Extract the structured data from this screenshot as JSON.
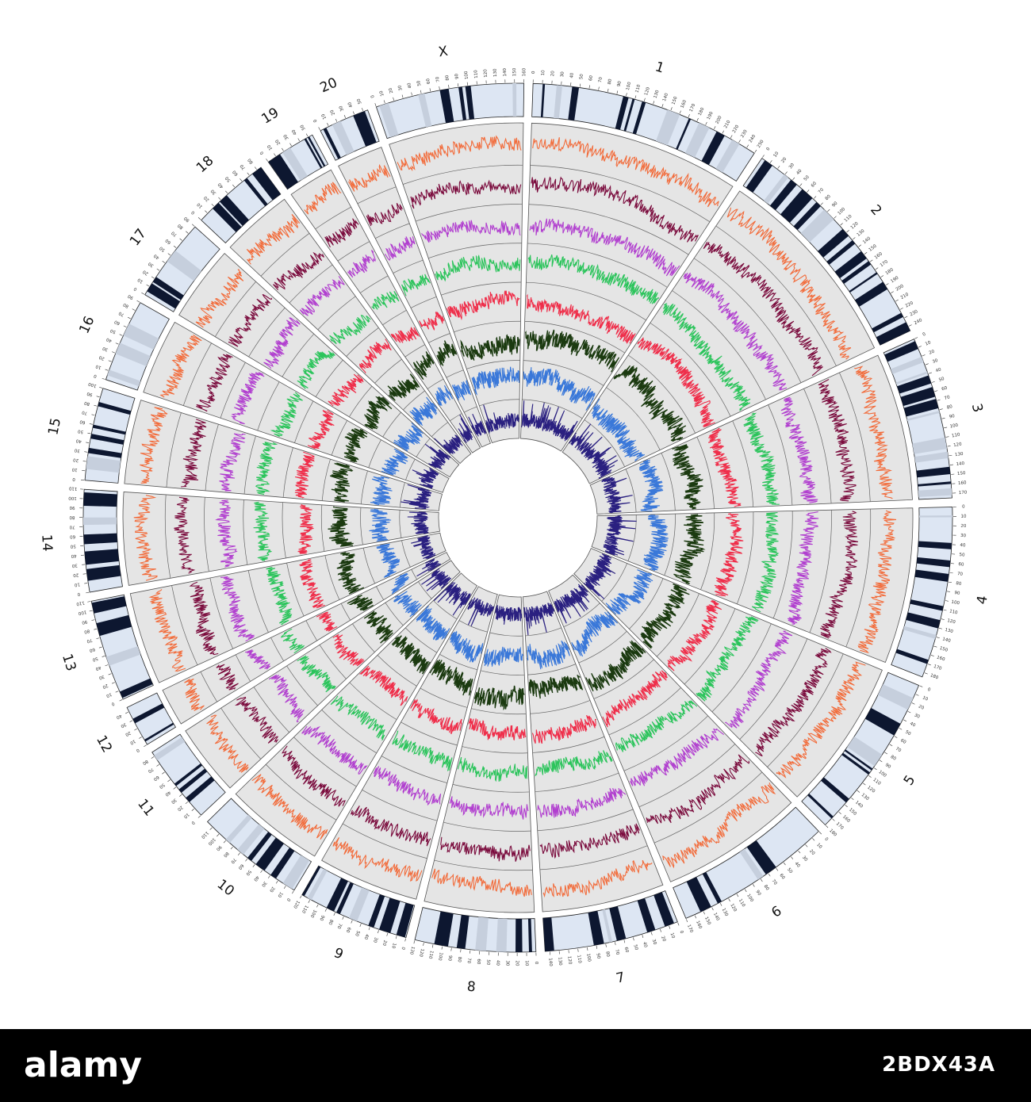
{
  "watermark": {
    "brand": "alamy",
    "image_id": "2BDX43A"
  },
  "colors": {
    "panel_bg": "#e5e5e5",
    "band_dark": "#0d1730",
    "band_light": "#dde6f3",
    "band_mid": "#c6cfdd",
    "track_colors": [
      "#f26b3a",
      "#7a0a3c",
      "#b13fcf",
      "#2bc45b",
      "#ef2e4a",
      "#1b3a10",
      "#3a78d9",
      "#2a2080"
    ]
  },
  "chromosomes": [
    {
      "label": "1",
      "size": 250
    },
    {
      "label": "2",
      "size": 245
    },
    {
      "label": "3",
      "size": 175
    },
    {
      "label": "4",
      "size": 185
    },
    {
      "label": "5",
      "size": 180
    },
    {
      "label": "6",
      "size": 170
    },
    {
      "label": "7",
      "size": 145
    },
    {
      "label": "8",
      "size": 130
    },
    {
      "label": "9",
      "size": 120
    },
    {
      "label": "10",
      "size": 118
    },
    {
      "label": "11",
      "size": 85
    },
    {
      "label": "12",
      "size": 45
    },
    {
      "label": "13",
      "size": 110
    },
    {
      "label": "14",
      "size": 110
    },
    {
      "label": "15",
      "size": 100
    },
    {
      "label": "16",
      "size": 90
    },
    {
      "label": "17",
      "size": 90
    },
    {
      "label": "18",
      "size": 85
    },
    {
      "label": "19",
      "size": 55
    },
    {
      "label": "20",
      "size": 55
    },
    {
      "label": "X",
      "size": 160
    }
  ]
}
